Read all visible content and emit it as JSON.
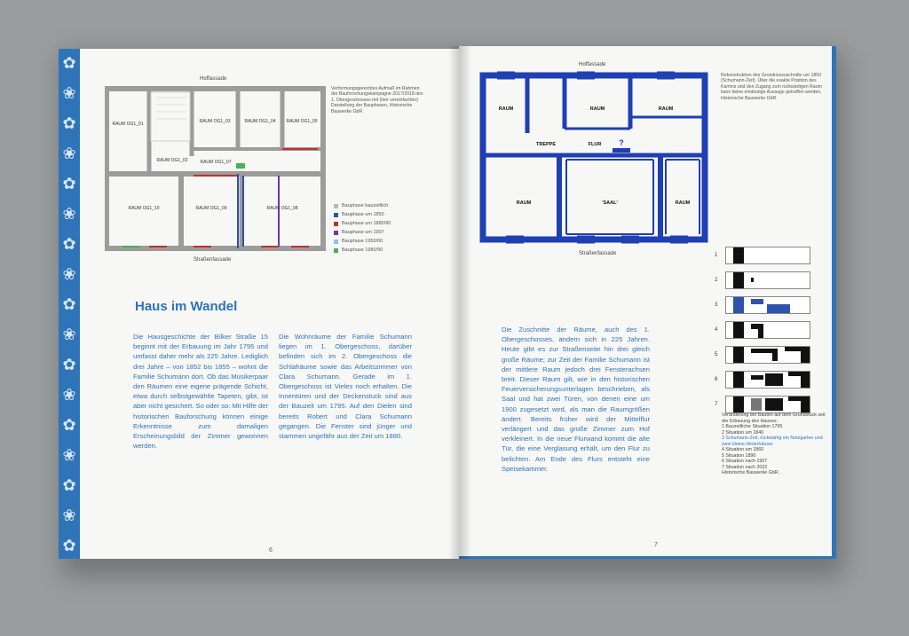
{
  "left_page": {
    "facade_top": "Hoffassade",
    "facade_bottom": "Straßenfassade",
    "plan_caption": "Verformungsgerechtes Aufmaß im Rahmen der Bauforschungskampagne 2017/2018 des 1. Obergeschosses mit (hier vereinfachter) Darstellung der Bauphasen, Historische Bauwerke GbR.",
    "rooms": [
      "RAUM OG1_01",
      "RAUM OG1_02",
      "RAUM OG1_03",
      "RAUM OG1_04",
      "RAUM OG1_05",
      "RAUM OG1_07",
      "RAUM OG1_08",
      "RAUM OG1_09",
      "RAUM OG1_10"
    ],
    "legend": [
      {
        "label": "Bauphase bauzeitlich",
        "color": "#b9b9b9"
      },
      {
        "label": "Bauphase um 1850",
        "color": "#2f52b0"
      },
      {
        "label": "Bauphase um 1880/90",
        "color": "#c0302f"
      },
      {
        "label": "Bauphase um 1907",
        "color": "#6a3aa8"
      },
      {
        "label": "Bauphase 1950/60",
        "color": "#8ec3e8"
      },
      {
        "label": "Bauphase 1980/90",
        "color": "#4caf50"
      }
    ],
    "heading": "Haus im Wandel",
    "col1": "Die Hausgeschichte der Bilker Straße 15 beginnt mit der Erbauung im Jahr 1795 und umfasst daher mehr als 225 Jahre. Lediglich drei Jahre – von 1852 bis 1855 – wohnt die Familie Schumann dort. Ob das Musikerpaar den Räumen eine eigene prägende Schicht, etwa durch selbstgewählte Tapeten, gibt, ist aber nicht gesichert. So oder so: Mit Hilfe der historischen Bauforschung können einige Erkenntnisse zum damaligen Erscheinungsbild der Zimmer gewonnen werden.",
    "col2": "Die Wohnräume der Familie Schumann liegen im 1. Obergeschoss, darüber befinden sich im 2. Obergeschoss die Schlafräume sowie das Arbeitszimmer von Clara Schumann. Gerade im 1. Obergeschoss ist Vieles noch erhalten. Die Innentüren und der Deckenstuck sind aus der Bauzeit um 1795. Auf den Dielen sind bereits Robert und Clara Schumann gegangen. Die Fenster sind jünger und stammen ungefähr aus der Zeit um 1880.",
    "page_number": "6"
  },
  "right_page": {
    "facade_top": "Hoffassade",
    "facade_bottom": "Straßenfassade",
    "plan_caption": "Rekonstruktion des Grundrisszuschnitts um 1850 (Schumann-Zeit). Über die exakte Position des Kamins und den Zugang zum rückwärtigen Raum kann keine eindeutige Aussage getroffen werden, Historische Bauwerke GbR.",
    "labels": {
      "raum": "RAUM",
      "treppe": "TREPPE",
      "flur": "FLUR",
      "saal": "'SAAL'",
      "q": "?"
    },
    "body": "Die Zuschnitte der Räume, auch des 1. Obergeschosses, ändern sich in 225 Jahren. Heute gibt es zur Straßenseite hin drei gleich große Räume; zur Zeit der Familie Schumann ist der mittlere Raum jedoch drei Fensterachsen breit. Dieser Raum gilt, wie in den historischen Feuerversicherungsunterlagen beschrieben, als Saal und hat zwei Türen, von denen eine um 1900 zugesetzt wird, als man die Raumgrößen ändert. Bereits früher wird der Mittelflur verlängert und das große Zimmer zum Hof verkleinert. In die neue Flurwand kommt die alte Tür, die eine Verglasung erhält, um den Flur zu belichten. Am Ende des Flurs entsteht eine Speisekammer.",
    "thumb_numbers": [
      "1",
      "2",
      "3",
      "4",
      "5",
      "6",
      "7"
    ],
    "thumbs_caption_head": "Veränderung der Bauten auf dem Grundstück seit der Erbauung des Hauses:",
    "thumbs_list": [
      "1  Bauzeitliche Situation 1795",
      "2  Situation um 1840",
      "3  Schumann-Zeit, rückwärtig ein Nutzgarten und zwei kleine Hinterhäuser",
      "4  Situation um 1860",
      "5  Situation 1890",
      "6  Situation nach 1907",
      "7  Situation nach 2022"
    ],
    "thumbs_credit": "Historische Bauwerke GbR.",
    "page_number": "7"
  }
}
